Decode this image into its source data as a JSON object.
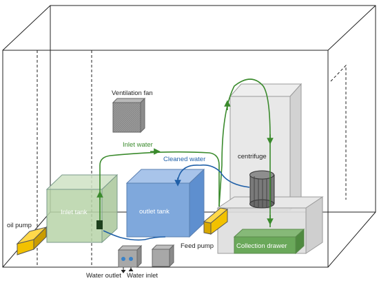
{
  "labels": {
    "ventilation_fan": "Ventilation fan",
    "inlet_water": "Inlet water",
    "cleaned_water": "Cleaned water",
    "centrifuge": "centrifuge",
    "inlet_tank": "Inlet tank",
    "outlet_tank": "outlet tank",
    "oil_pump": "oil pump",
    "feed_pump": "Feed pump",
    "collection_drawer": "Collection drawer",
    "water_outlet": "Water outlet",
    "water_inlet": "Water inlet"
  },
  "colors": {
    "inlet_line": "#3a8a2c",
    "cleaned_line": "#1f5fa8",
    "inlet_tank_fill": "#b7d3a8",
    "outlet_tank_fill": "#7fa8dc",
    "pump_fill": "#f2c100",
    "drawer_fill": "#6aa85a"
  }
}
